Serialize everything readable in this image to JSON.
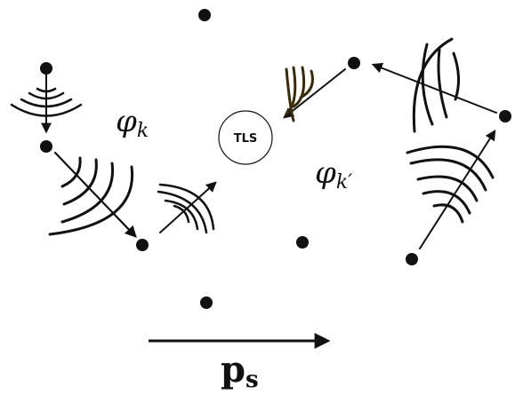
{
  "labels": {
    "tls": "TLS",
    "phi_k_base": "φ",
    "phi_k_sub": "k",
    "phi_kp_base": "φ",
    "phi_kp_sub": "k′",
    "ps_base": "p",
    "ps_sub": "s"
  },
  "colors": {
    "ink": "#111111",
    "wave_brown": "#3a2a0a",
    "tls_fill": "#ffffff"
  }
}
